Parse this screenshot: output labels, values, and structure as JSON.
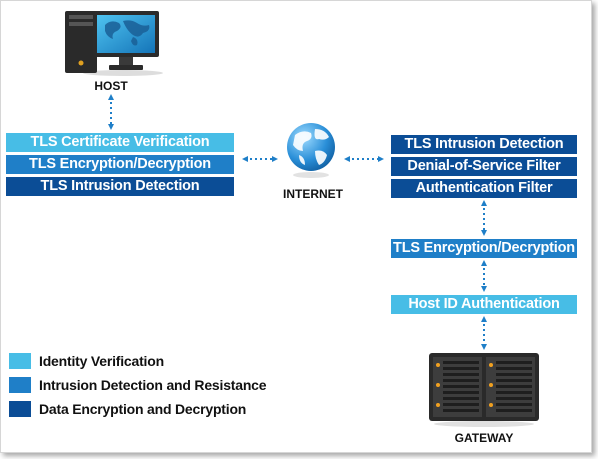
{
  "colors": {
    "identity": "#47bde6",
    "intrusion": "#1f7fc8",
    "encryption": "#0b4d96",
    "arrow": "#1f7fc8"
  },
  "nodes": {
    "host": "HOST",
    "internet": "INTERNET",
    "gateway": "GATEWAY"
  },
  "host_stack": [
    "TLS Certificate Verification",
    "TLS Encryption/Decryption",
    "TLS Intrusion Detection"
  ],
  "gateway_stack": [
    "TLS Intrusion Detection",
    "Denial-of-Service Filter",
    "Authentication Filter"
  ],
  "gateway_chain": [
    "TLS Enrcyption/Decryption",
    "Host ID Authentication"
  ],
  "legend": [
    "Identity Verification",
    "Intrusion Detection and Resistance",
    "Data Encryption and Decryption"
  ],
  "icons": [
    "desktop-computer-icon",
    "globe-icon",
    "server-rack-icon"
  ]
}
